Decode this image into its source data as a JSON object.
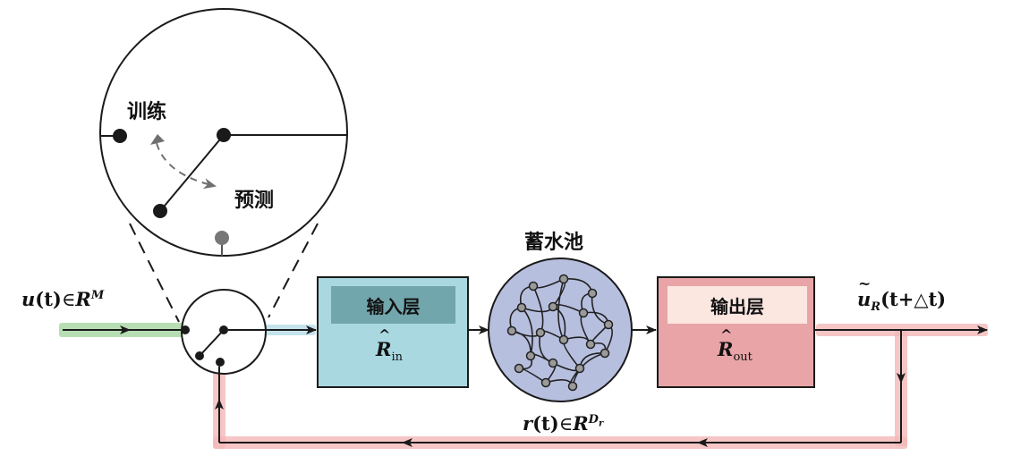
{
  "switch_zoom": {
    "train_label": "训练",
    "predict_label": "预测"
  },
  "input_signal": {
    "var": "u",
    "arg": "(t)",
    "member": "∈",
    "space": "R",
    "dim": "M"
  },
  "input_layer": {
    "title": "输入层",
    "symbol": "R",
    "hat": "^",
    "subscript": "in"
  },
  "reservoir": {
    "title": "蓄水池",
    "state_var": "r",
    "state_arg": "(t)",
    "member": "∈",
    "space": "R",
    "dim": "D",
    "dim_sub": "r"
  },
  "output_layer": {
    "title": "输出层",
    "symbol": "R",
    "hat": "^",
    "subscript": "out"
  },
  "output_signal": {
    "tilde": "~",
    "var": "u",
    "sub": "R",
    "arg": "(t+△t)"
  },
  "colors": {
    "input_layer_fill": "#a9d8e0",
    "input_layer_header": "#72a6ad",
    "reservoir_fill": "#b7bfdf",
    "output_layer_fill": "#e8a4a7",
    "output_layer_header": "#fbe6e0",
    "training_glow": "#9fd39a",
    "prediction_glow": "#f4b8b8",
    "forward_glow": "#bfe0ea",
    "line": "#1a1a1a"
  }
}
